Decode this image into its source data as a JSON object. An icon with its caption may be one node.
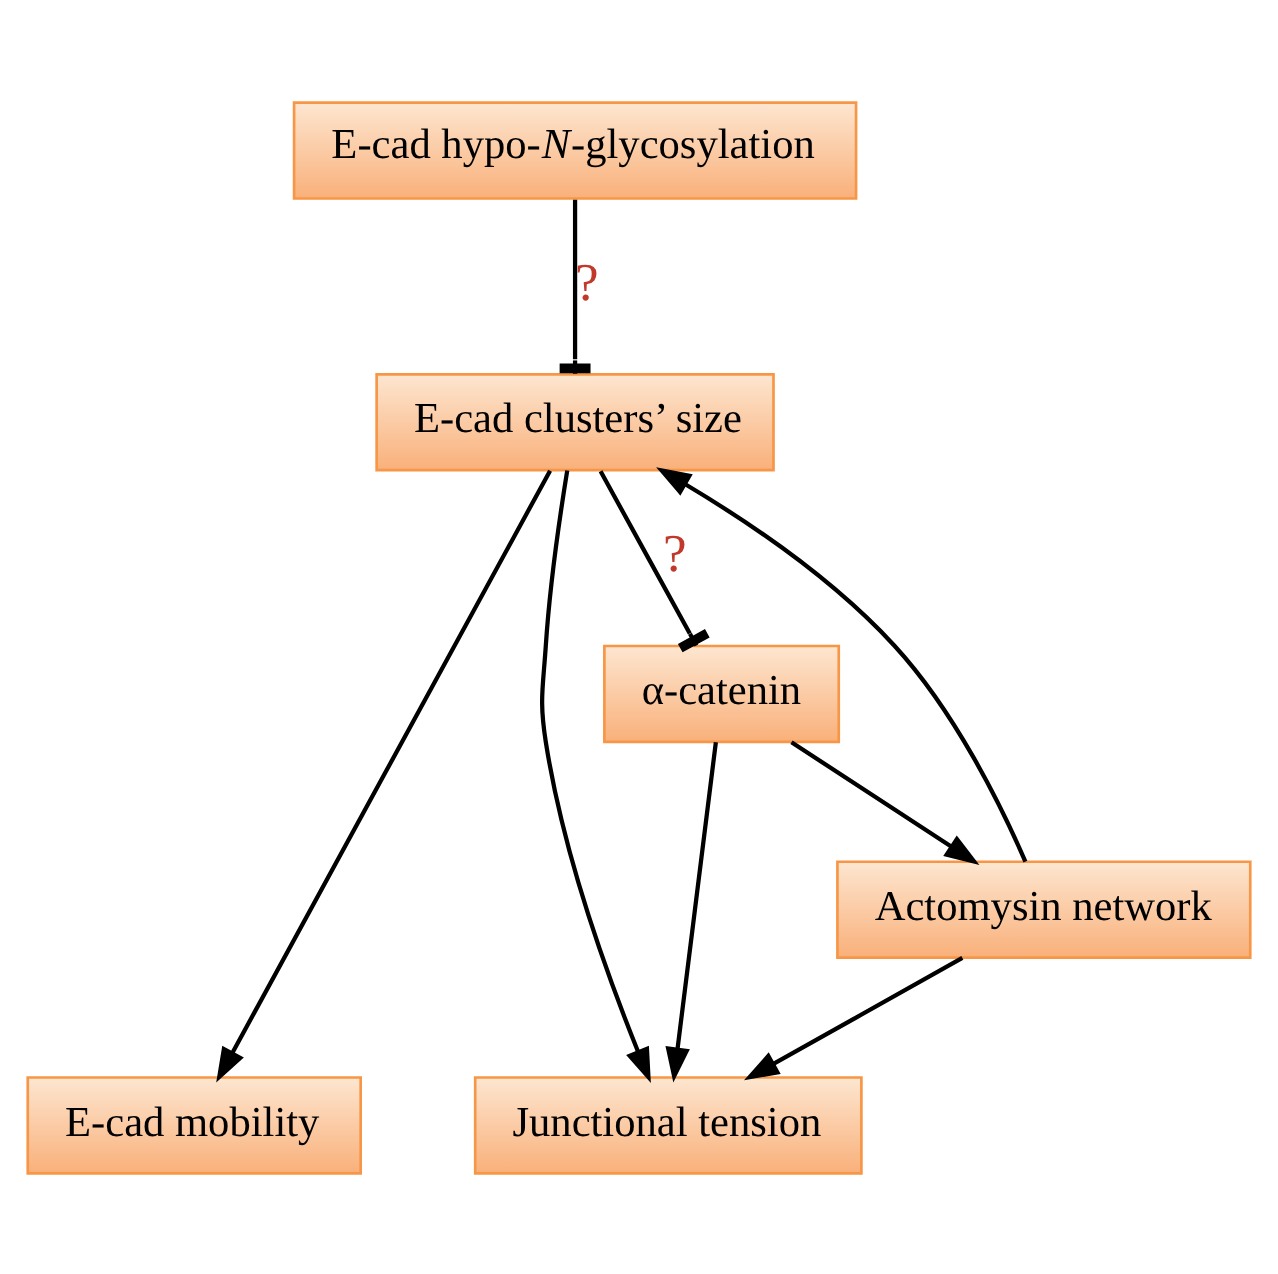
{
  "diagram": {
    "nodes": [
      {
        "text": [
          "E-cad hypo-*N*-glycosylation"
        ]
      },
      {
        "text": [
          "E-cad clusters’ size"
        ]
      },
      {
        "text": [
          "E-cad mobility"
        ]
      },
      {
        "text": [
          "Junctional tension"
        ]
      },
      {
        "text": [
          "α-catenin"
        ]
      },
      {
        "text": [
          "Actomysin network"
        ]
      }
    ],
    "edges": [
      {
        "from": 0,
        "to": 1,
        "arrow": "other",
        "label": "?"
      },
      {
        "from": 1,
        "to": 2,
        "arrow": "to"
      },
      {
        "from": 1,
        "to": 3,
        "arrow": "to"
      },
      {
        "from": 1,
        "to": 4,
        "arrow": "other",
        "label": "?"
      },
      {
        "from": 5,
        "to": 1,
        "arrow": "to"
      },
      {
        "from": 4,
        "to": 3,
        "arrow": "to"
      },
      {
        "from": 5,
        "to": 3,
        "arrow": "to"
      },
      {
        "from": 4,
        "to": 5,
        "arrow": "to"
      }
    ]
  }
}
